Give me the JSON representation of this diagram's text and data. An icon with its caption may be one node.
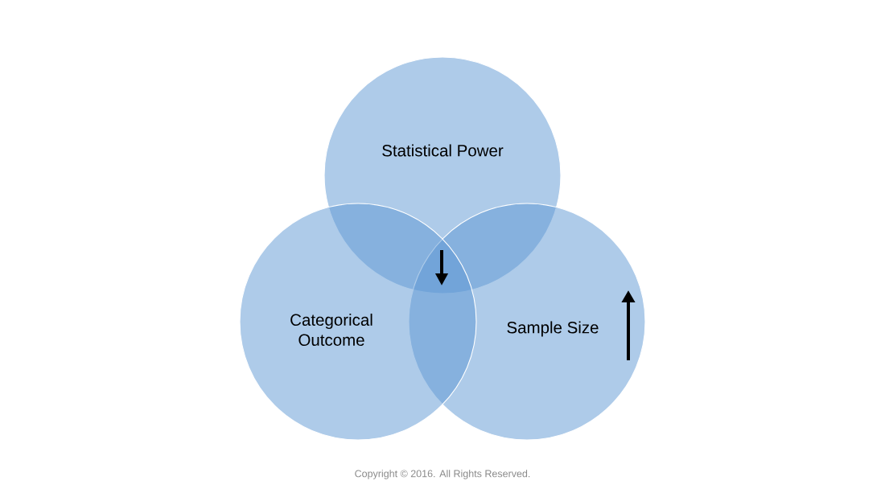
{
  "diagram": {
    "nodes": [
      {
        "text": [
          "Statistical Power"
        ]
      },
      {
        "text": [
          "Categorical Outcome"
        ]
      },
      {
        "text": [
          "Sample Size"
        ]
      }
    ],
    "labels": [
      "Copyright © 2016. All Rights Reserved."
    ]
  }
}
